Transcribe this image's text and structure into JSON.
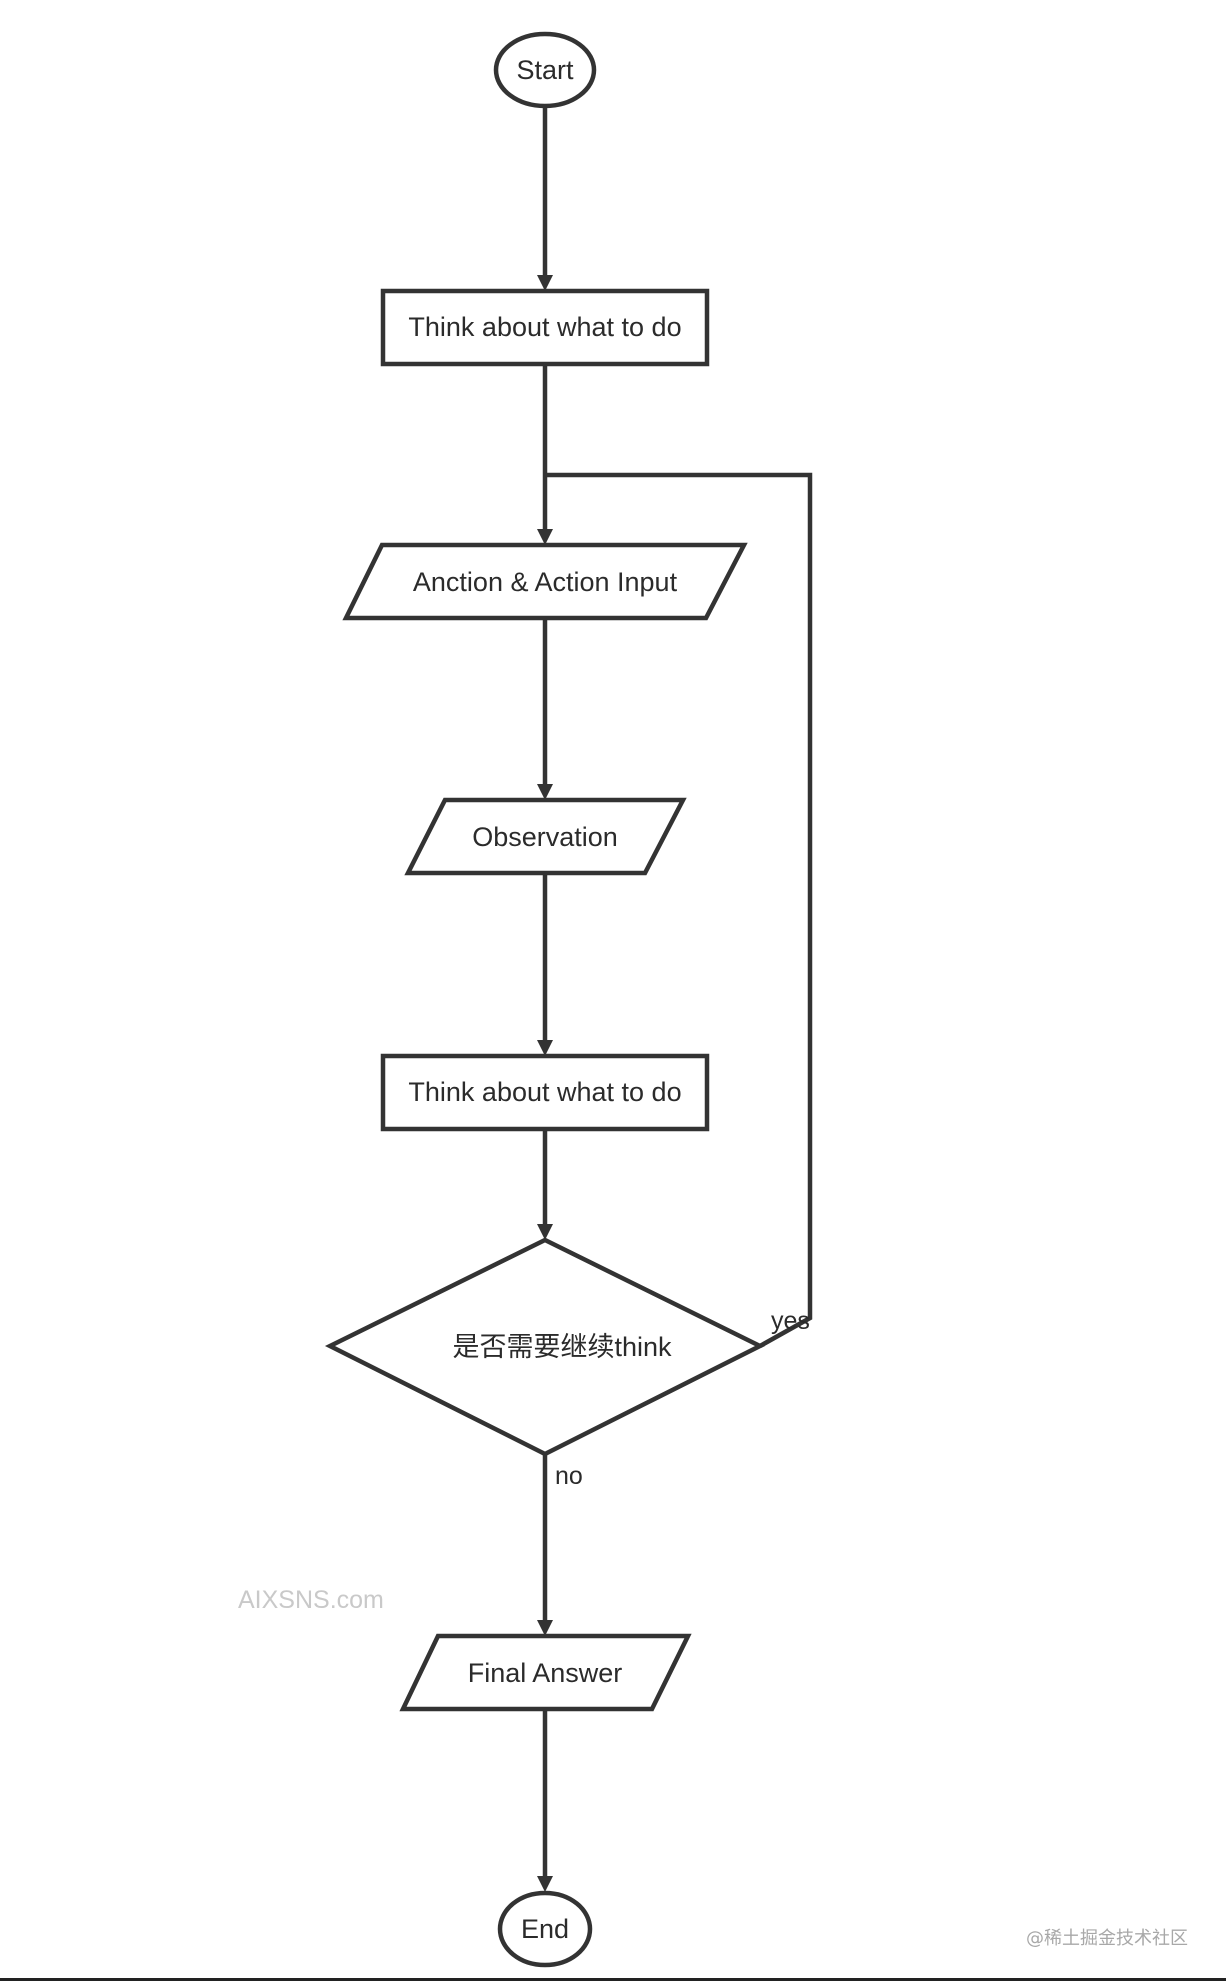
{
  "nodes": {
    "start": "Start",
    "think1": "Think about what to do",
    "action": "Anction & Action Input",
    "observation": "Observation",
    "think2": "Think about what to do",
    "decision": "是否需要继续think",
    "final": "Final Answer",
    "end": "End"
  },
  "edges": {
    "yes_label": "yes",
    "no_label": "no"
  },
  "watermark": "AIXSNS.com",
  "credit": "@稀土掘金技术社区",
  "colors": {
    "stroke": "#333333",
    "text": "#2b2b2b",
    "background": "#ffffff",
    "watermark": "#c9c9c9"
  }
}
